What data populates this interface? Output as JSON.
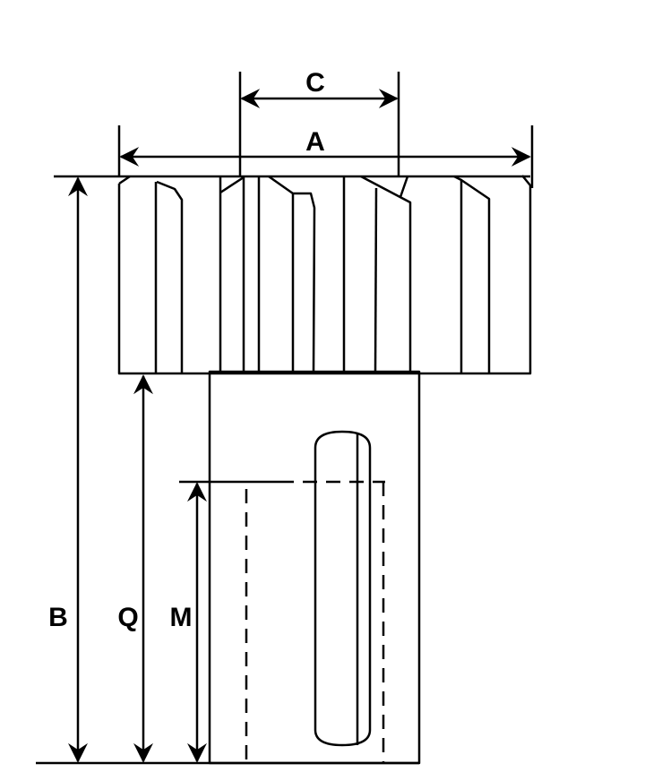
{
  "diagram": {
    "labels": {
      "c": "C",
      "a": "A",
      "b": "B",
      "q": "Q",
      "m": "M"
    },
    "stroke_color": "#000000",
    "background_color": "#ffffff"
  }
}
